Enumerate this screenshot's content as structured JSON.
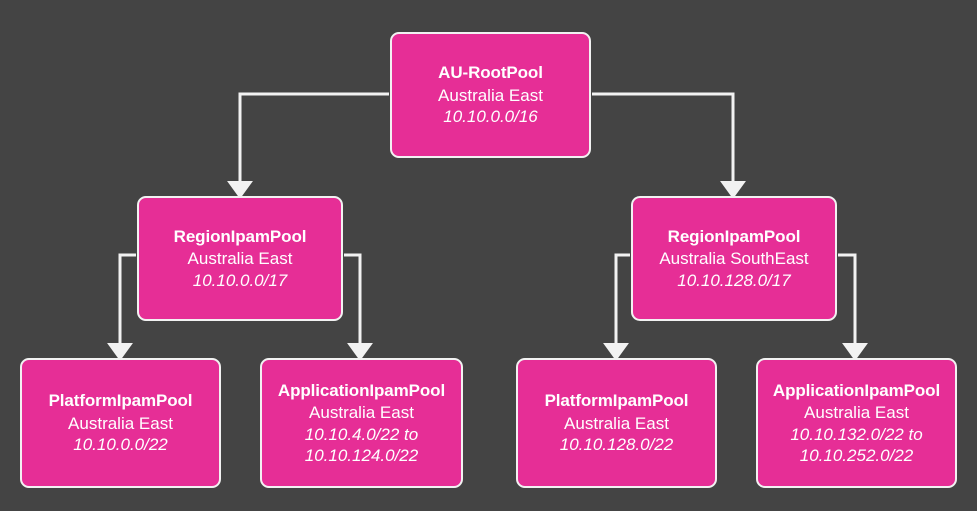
{
  "diagram": {
    "type": "hierarchy-tree",
    "background_color": "#444444",
    "node_fill_color": "#E62E96",
    "node_border_color": "#F2F2F2",
    "connector_color": "#F2F2F2",
    "text_color": "#FFFFFF"
  },
  "nodes": {
    "root": {
      "title": "AU-RootPool",
      "region": "Australia East",
      "cidr": "10.10.0.0/16"
    },
    "region_east": {
      "title": "RegionIpamPool",
      "region": "Australia East",
      "cidr": "10.10.0.0/17"
    },
    "region_southeast": {
      "title": "RegionIpamPool",
      "region": "Australia SouthEast",
      "cidr": "10.10.128.0/17"
    },
    "platform_east": {
      "title": "PlatformIpamPool",
      "region": "Australia East",
      "cidr": "10.10.0.0/22"
    },
    "application_east": {
      "title": "ApplicationIpamPool",
      "region": "Australia East",
      "cidr_line1": "10.10.4.0/22 to",
      "cidr_line2": "10.10.124.0/22"
    },
    "platform_southeast": {
      "title": "PlatformIpamPool",
      "region": "Australia East",
      "cidr": "10.10.128.0/22"
    },
    "application_southeast": {
      "title": "ApplicationIpamPool",
      "region": "Australia East",
      "cidr_line1": "10.10.132.0/22 to",
      "cidr_line2": "10.10.252.0/22"
    }
  },
  "edges": [
    {
      "from": "root",
      "to": "region_east"
    },
    {
      "from": "root",
      "to": "region_southeast"
    },
    {
      "from": "region_east",
      "to": "platform_east"
    },
    {
      "from": "region_east",
      "to": "application_east"
    },
    {
      "from": "region_southeast",
      "to": "platform_southeast"
    },
    {
      "from": "region_southeast",
      "to": "application_southeast"
    }
  ]
}
